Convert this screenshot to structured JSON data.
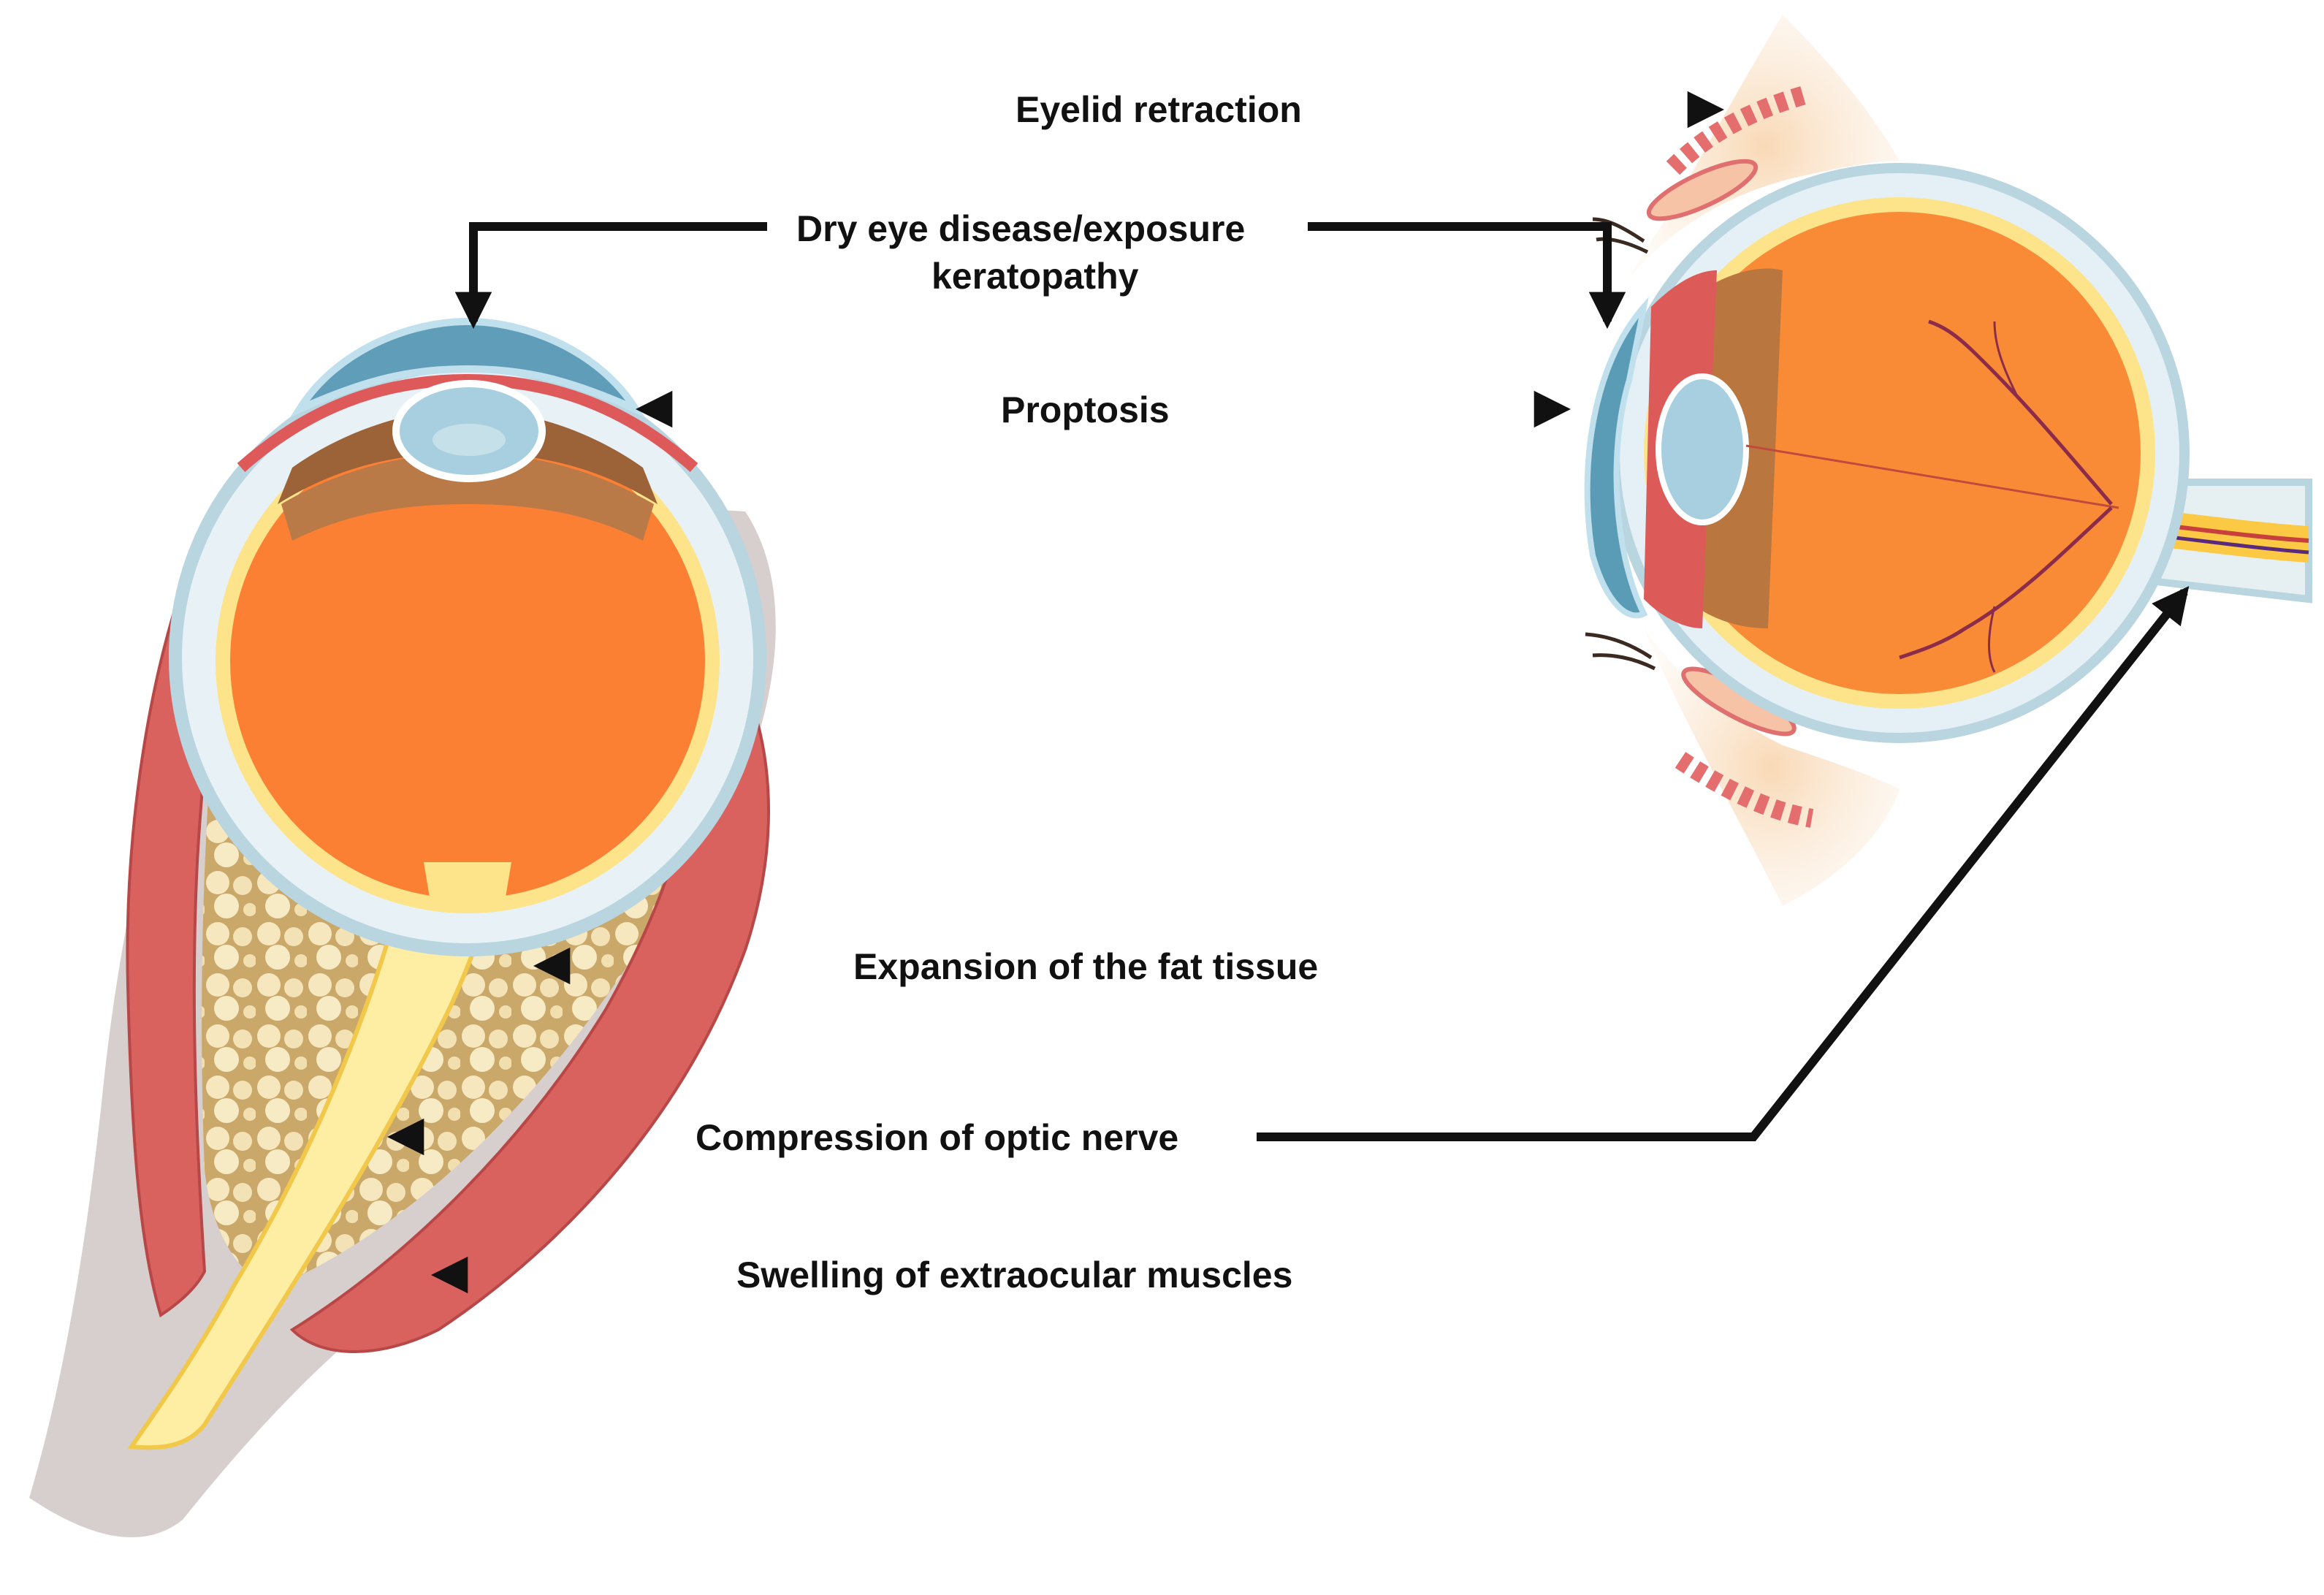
{
  "labels": {
    "eyelid_retraction": "Eyelid retraction",
    "dry_eye_line1": "Dry eye disease/exposure",
    "dry_eye_line2": "keratopathy",
    "proptosis": "Proptosis",
    "fat_expansion": "Expansion of the fat tissue",
    "optic_compression": "Compression of optic nerve",
    "muscle_swelling": "Swelling of extraocular muscles"
  },
  "colors": {
    "text": "#111111",
    "arrow": "#111111",
    "sclera_outline": "#bcd9e3",
    "vitreous": "#f97d2f",
    "retina_yellow": "#fde48a",
    "muscle_red": "#d95b5b",
    "fat_tan": "#e9d29a",
    "cornea_blue": "#7fb8cf",
    "lens_blue": "#a9cfe0",
    "iris_brown": "#a56a3d",
    "connective_grey": "#cfc7c5",
    "skin_peach": "#f6cfa8"
  }
}
